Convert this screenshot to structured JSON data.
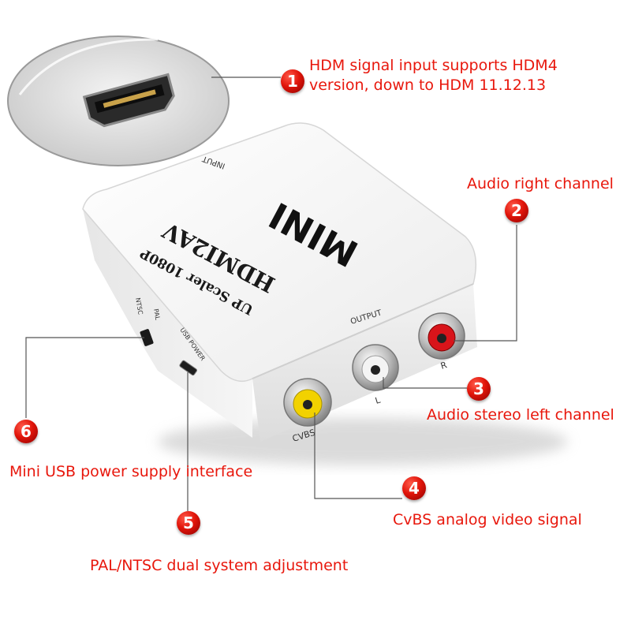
{
  "device": {
    "brand_label": "MINI",
    "model_label": "HDMI2AV",
    "sub_label": "UP Scaler 1080P",
    "input_label": "INPUT",
    "output_label": "OUTPUT",
    "switch_label_ntsc": "NTSC",
    "switch_label_pal": "PAL",
    "usb_label": "USB POWER",
    "port_cvbs_label": "CVBS",
    "port_l_label": "L",
    "port_r_label": "R"
  },
  "callouts": [
    {
      "num": "1",
      "text_line1": "HDM signal input supports HDM4",
      "text_line2": "version, down to HDM 11.12.13"
    },
    {
      "num": "2",
      "text": "Audio right channel"
    },
    {
      "num": "3",
      "text": "Audio stereo left channel"
    },
    {
      "num": "4",
      "text": "CvBS analog video signal"
    },
    {
      "num": "5",
      "text": "PAL/NTSC dual system adjustment"
    },
    {
      "num": "6",
      "text": "Mini USB power supply interface"
    }
  ],
  "colors": {
    "accent": "#e8170c",
    "leader_line": "#555555",
    "port_yellow": "#f2d200",
    "port_white": "#f4f4f4",
    "port_red": "#d8141a"
  }
}
